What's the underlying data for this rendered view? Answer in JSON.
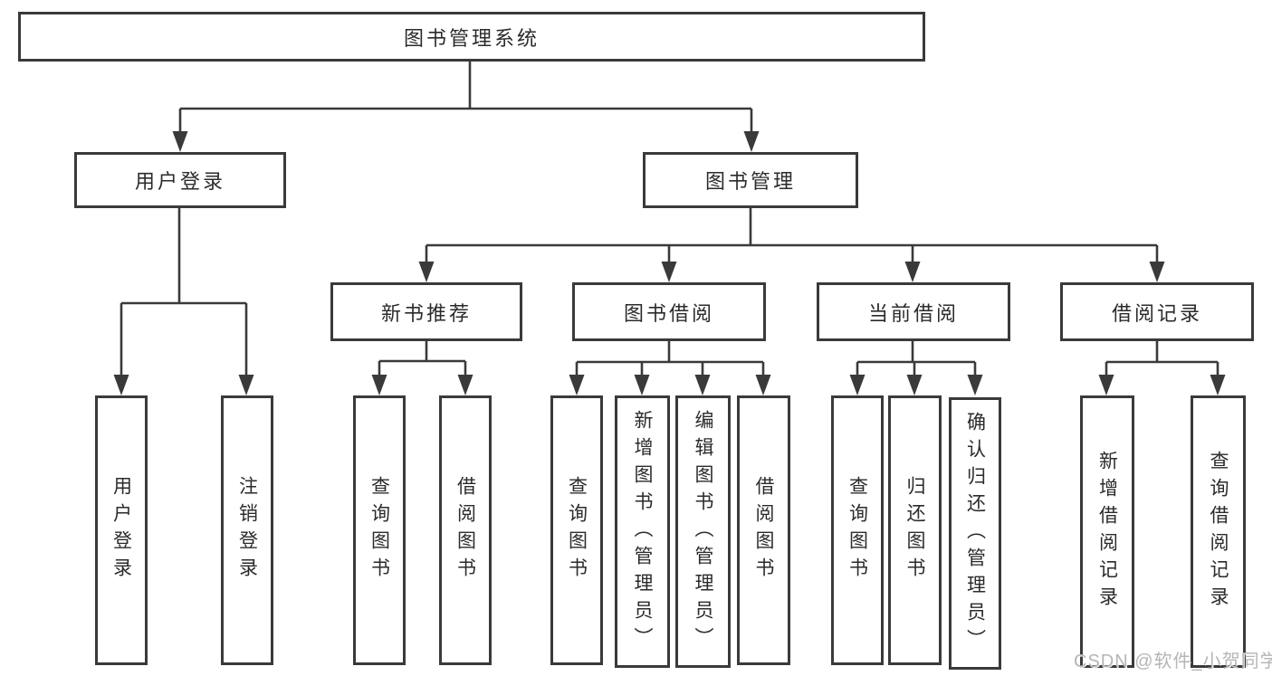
{
  "diagram": {
    "root": {
      "label": "图书管理系统"
    },
    "user_login": {
      "label": "用户登录",
      "children": [
        {
          "label": "用户登录"
        },
        {
          "label": "注销登录"
        }
      ]
    },
    "book_management": {
      "label": "图书管理",
      "sections": [
        {
          "label": "新书推荐",
          "children": [
            {
              "label": "查询图书"
            },
            {
              "label": "借阅图书"
            }
          ]
        },
        {
          "label": "图书借阅",
          "children": [
            {
              "label": "查询图书"
            },
            {
              "label": "新增图书（管理员）"
            },
            {
              "label": "编辑图书（管理员）"
            },
            {
              "label": "借阅图书"
            }
          ]
        },
        {
          "label": "当前借阅",
          "children": [
            {
              "label": "查询图书"
            },
            {
              "label": "归还图书"
            },
            {
              "label": "确认归还（管理员）"
            }
          ]
        },
        {
          "label": "借阅记录",
          "children": [
            {
              "label": "新增借阅记录"
            },
            {
              "label": "查询借阅记录"
            }
          ]
        }
      ]
    }
  },
  "watermark": {
    "text": "CSDN @软件_小贺同学"
  },
  "colors": {
    "line": "#3a3a3a",
    "text": "#2b2b2b",
    "watermark": "#b5b5b5"
  }
}
